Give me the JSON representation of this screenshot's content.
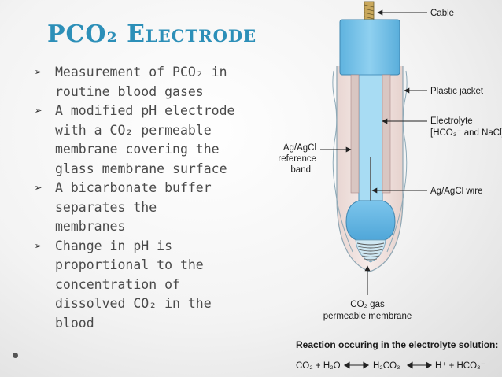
{
  "slide": {
    "title": "PCO₂ Electrode",
    "bullets": [
      {
        "lines": [
          "Measurement of PCO₂ in",
          "routine blood gases"
        ]
      },
      {
        "lines": [
          "A modified pH electrode",
          "with a CO₂ permeable",
          "membrane covering the",
          "glass membrane surface"
        ]
      },
      {
        "lines": [
          "A bicarbonate buffer",
          "separates the",
          "membranes"
        ]
      },
      {
        "lines": [
          "Change in pH is",
          "proportional to the",
          "concentration of",
          "dissolved CO₂ in the",
          "blood"
        ]
      }
    ]
  },
  "diagram": {
    "labels": {
      "cable": "Cable",
      "plastic_jacket": "Plastic jacket",
      "electrolyte_1": "Electrolyte",
      "electrolyte_2": "[HCO₃⁻ and NaCl]",
      "reference_1": "Ag/AgCl",
      "reference_2": "reference",
      "reference_3": "band",
      "wire": "Ag/AgCl wire",
      "membrane_1": "CO₂ gas",
      "membrane_2": "permeable membrane"
    },
    "reaction_title": "Reaction occuring in the electrolyte solution:",
    "reaction": {
      "lhs": "CO₂ + H₂O",
      "mid": "H₂CO₃",
      "rhs": "H⁺ + HCO₃⁻"
    }
  }
}
